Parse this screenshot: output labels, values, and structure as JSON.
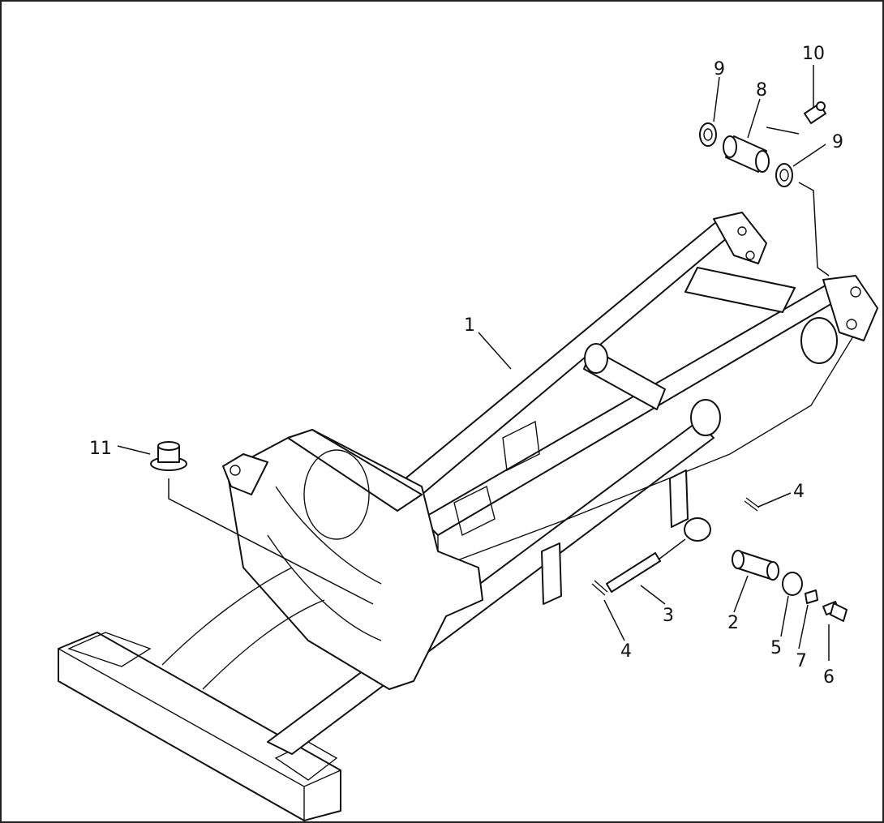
{
  "callouts": {
    "c1": "1",
    "c2": "2",
    "c3": "3",
    "c4a": "4",
    "c4b": "4",
    "c5": "5",
    "c6": "6",
    "c7": "7",
    "c8": "8",
    "c9a": "9",
    "c9b": "9",
    "c10": "10",
    "c11": "11"
  }
}
